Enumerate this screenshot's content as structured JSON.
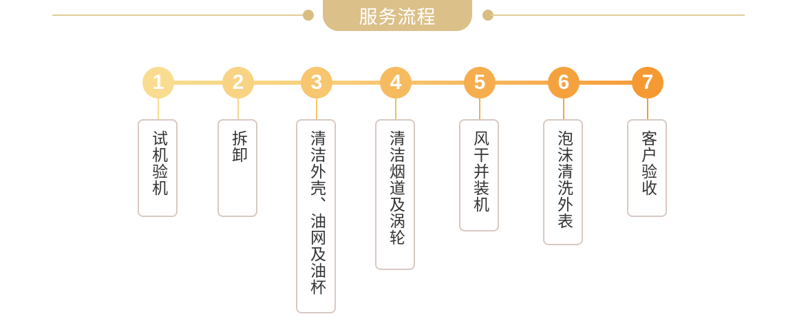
{
  "header": {
    "title": "服务流程"
  },
  "steps": [
    {
      "number": "1",
      "label": "试机验机",
      "color": "#f9dc8f"
    },
    {
      "number": "2",
      "label": "拆卸",
      "color": "#f8d383"
    },
    {
      "number": "3",
      "label": "清洁外壳、油网及油杯",
      "color": "#f7c66f"
    },
    {
      "number": "4",
      "label": "清洁烟道及涡轮",
      "color": "#f6bb5f"
    },
    {
      "number": "5",
      "label": "风干并装机",
      "color": "#f6ad4d"
    },
    {
      "number": "6",
      "label": "泡沫清洗外表",
      "color": "#f5a23e"
    },
    {
      "number": "7",
      "label": "客户验收",
      "color": "#f59a33"
    }
  ]
}
